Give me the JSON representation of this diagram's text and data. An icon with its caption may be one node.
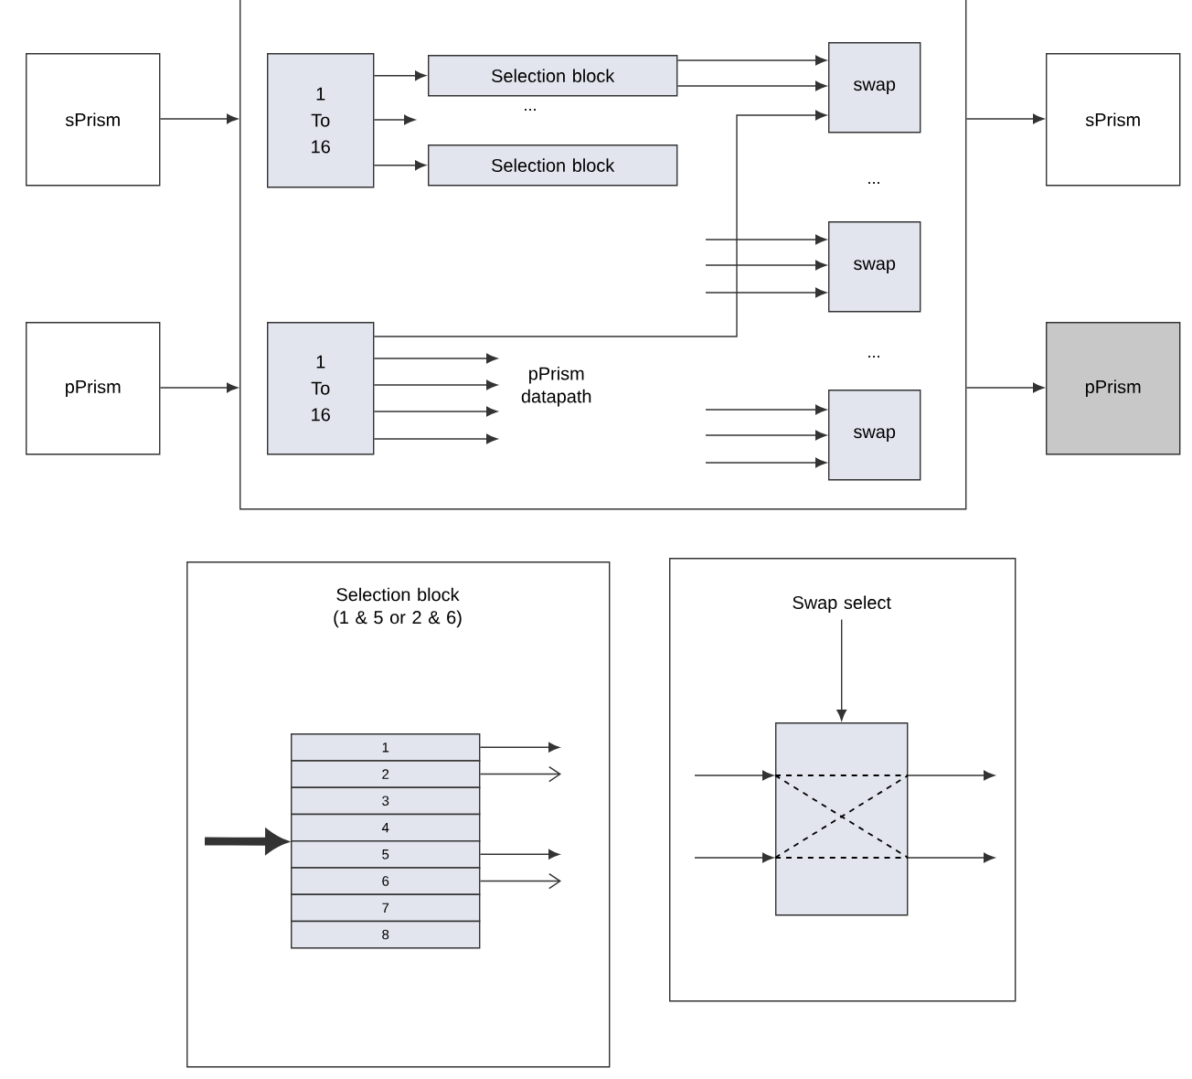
{
  "diagram": {
    "nodes": [
      {
        "text": [
          "sPrism"
        ]
      },
      {
        "text": [
          "pPrism"
        ]
      },
      {
        "text": [],
        "shape": "box"
      },
      {
        "text": [
          "1 To 16"
        ],
        "in": 2
      },
      {
        "text": [
          "Selection block"
        ],
        "in": 2
      },
      {
        "text": [
          "Selection block"
        ],
        "in": 2
      },
      {
        "text": [
          "1 To 16"
        ],
        "in": 2
      },
      {
        "text": [
          "pPrism datapath"
        ],
        "in": 2
      },
      {
        "text": [
          "swap"
        ],
        "in": 2
      },
      {
        "text": [
          "swap"
        ],
        "in": 2
      },
      {
        "text": [
          "swap"
        ],
        "in": 2
      },
      {
        "text": [
          "sPrism"
        ]
      },
      {
        "text": [
          "pPrism"
        ]
      },
      {
        "text": [
          "Selection block (1 & 5 or 2 & 6)"
        ]
      },
      {
        "text": [
          "1"
        ],
        "in": 13
      },
      {
        "text": [
          "2"
        ],
        "in": 13
      },
      {
        "text": [
          "3"
        ],
        "in": 13
      },
      {
        "text": [
          "4"
        ],
        "in": 13
      },
      {
        "text": [
          "5"
        ],
        "in": 13
      },
      {
        "text": [
          "6"
        ],
        "in": 13
      },
      {
        "text": [
          "7"
        ],
        "in": 13
      },
      {
        "text": [
          "8"
        ],
        "in": 13
      },
      {
        "text": [],
        "shape": "box"
      },
      {
        "text": [
          "Swap select"
        ],
        "in": 22
      },
      {
        "text": [],
        "shape": "box",
        "in": 22
      }
    ],
    "edges": [
      {
        "from": 0,
        "to": 2,
        "arrow": "to"
      },
      {
        "from": 1,
        "to": 2,
        "arrow": "to"
      },
      {
        "from": 3,
        "to": 4,
        "arrow": "to"
      },
      {
        "from": 3,
        "to": null,
        "arrow": "to"
      },
      {
        "from": 3,
        "to": 5,
        "arrow": "to"
      },
      {
        "from": 4,
        "to": 8,
        "arrow": "to"
      },
      {
        "from": 4,
        "to": 8,
        "arrow": "to"
      },
      {
        "from": 6,
        "to": 8,
        "arrow": "to"
      },
      {
        "from": 6,
        "to": 7,
        "arrow": "to"
      },
      {
        "from": 6,
        "to": 7,
        "arrow": "to"
      },
      {
        "from": 6,
        "to": 7,
        "arrow": "to"
      },
      {
        "from": 6,
        "to": 7,
        "arrow": "to"
      },
      {
        "from": null,
        "to": 9,
        "arrow": "to"
      },
      {
        "from": null,
        "to": 9,
        "arrow": "to"
      },
      {
        "from": null,
        "to": 9,
        "arrow": "to"
      },
      {
        "from": null,
        "to": 10,
        "arrow": "to"
      },
      {
        "from": null,
        "to": 10,
        "arrow": "to"
      },
      {
        "from": null,
        "to": 10,
        "arrow": "to"
      },
      {
        "from": 2,
        "to": 11,
        "arrow": "to"
      },
      {
        "from": 2,
        "to": 12,
        "arrow": "to"
      },
      {
        "from": 14,
        "to": null,
        "arrow": "to"
      },
      {
        "from": 15,
        "to": null,
        "arrow": "to"
      },
      {
        "from": 18,
        "to": null,
        "arrow": "to"
      },
      {
        "from": 19,
        "to": null,
        "arrow": "to"
      },
      {
        "from": null,
        "to": 17,
        "arrow": "to",
        "style": "thick"
      },
      {
        "from": 23,
        "to": 24,
        "arrow": "to"
      },
      {
        "from": null,
        "to": 24,
        "arrow": "to"
      },
      {
        "from": null,
        "to": 24,
        "arrow": "to"
      },
      {
        "from": 24,
        "to": null,
        "arrow": "to"
      },
      {
        "from": 24,
        "to": null,
        "arrow": "to"
      }
    ],
    "labels": [
      "...",
      "...",
      "..."
    ]
  }
}
